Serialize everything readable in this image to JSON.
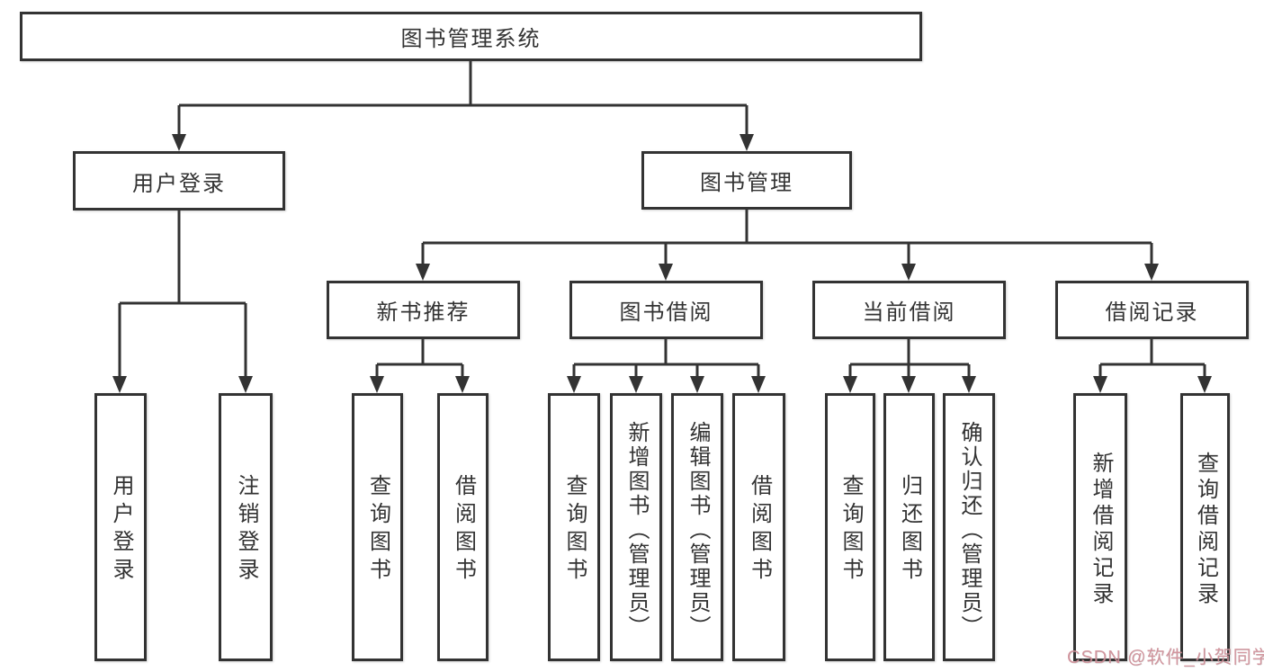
{
  "tree": {
    "label": "图书管理系统",
    "children": [
      {
        "label": "用户登录",
        "children": [
          {
            "label": "用户登录"
          },
          {
            "label": "注销登录"
          }
        ]
      },
      {
        "label": "图书管理",
        "children": [
          {
            "label": "新书推荐",
            "children": [
              {
                "label": "查询图书"
              },
              {
                "label": "借阅图书"
              }
            ]
          },
          {
            "label": "图书借阅",
            "children": [
              {
                "label": "查询图书"
              },
              {
                "label": "新增图书（管理员）"
              },
              {
                "label": "编辑图书（管理员）"
              },
              {
                "label": "借阅图书"
              }
            ]
          },
          {
            "label": "当前借阅",
            "children": [
              {
                "label": "查询图书"
              },
              {
                "label": "归还图书"
              },
              {
                "label": "确认归还（管理员）"
              }
            ]
          },
          {
            "label": "借阅记录",
            "children": [
              {
                "label": "新增借阅记录"
              },
              {
                "label": "查询借阅记录"
              }
            ]
          }
        ]
      }
    ]
  },
  "watermark": {
    "text": "CSDN @软件_小贺同学",
    "color": "#cf8d96"
  },
  "colors": {
    "line": "#333333",
    "box_border": "#333333",
    "text": "#333333",
    "background": "#ffffff"
  }
}
